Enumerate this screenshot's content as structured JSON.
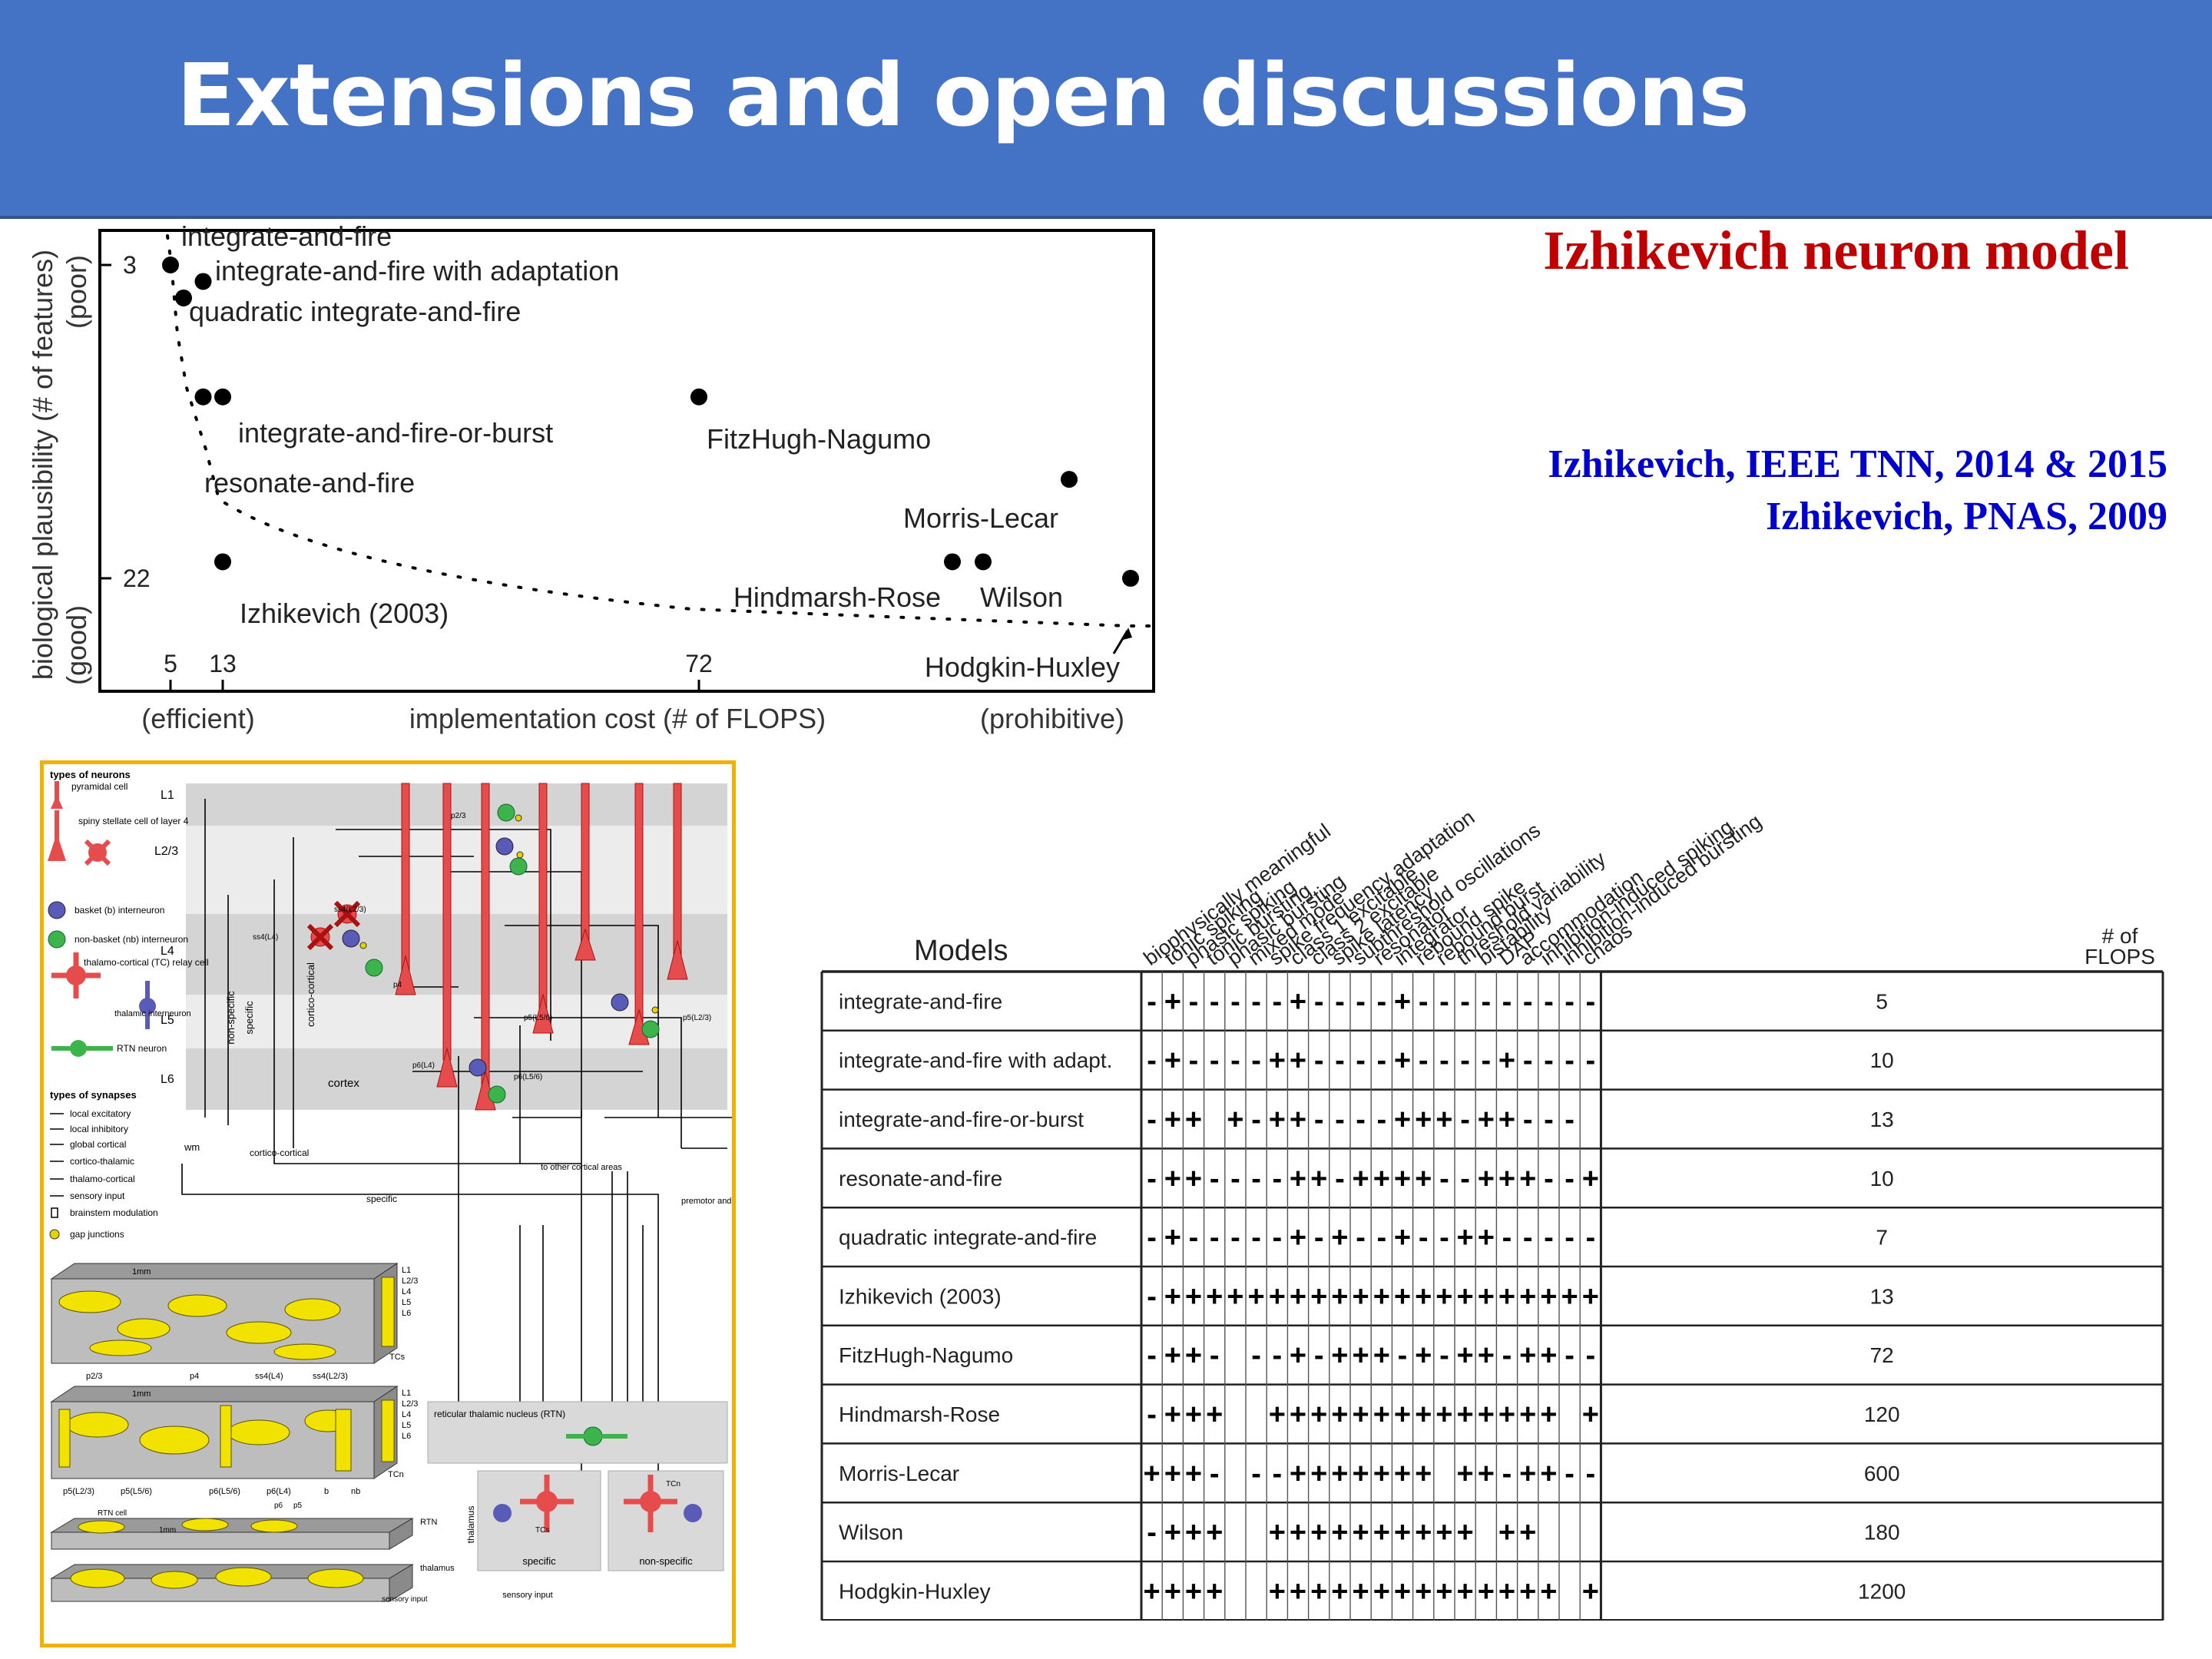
{
  "slide": {
    "title": "Extensions and open discussions",
    "model_title": "Izhikevich neuron model",
    "references": [
      "Izhikevich, IEEE TNN, 2014 & 2015",
      "Izhikevich, PNAS, 2009"
    ],
    "colors": {
      "banner": "#4472c4",
      "title": "#ffffff",
      "model_title": "#c00000",
      "references": "#0000cc",
      "diagram_border": "#f0b400"
    }
  },
  "chart_data": [
    {
      "type": "scatter",
      "xlabel": "implementation cost (# of FLOPS)",
      "ylabel": "biological plausibility (# of features)",
      "x_ticks": [
        5,
        13,
        72
      ],
      "y_ticks": [
        3,
        22
      ],
      "x_end_labels": {
        "left": "(efficient)",
        "right": "(prohibitive)"
      },
      "y_end_labels": {
        "top": "(poor)",
        "bottom": "(good)"
      },
      "points": [
        {
          "label": "integrate-and-fire",
          "x": 5,
          "y": 3
        },
        {
          "label": "integrate-and-fire with adaptation",
          "x": 10,
          "y": 4
        },
        {
          "label": "quadratic integrate-and-fire",
          "x": 7,
          "y": 5
        },
        {
          "label": "integrate-and-fire-or-burst",
          "x": 13,
          "y": 11
        },
        {
          "label": "resonate-and-fire",
          "x": 10,
          "y": 11
        },
        {
          "label": "FitzHugh-Nagumo",
          "x": 72,
          "y": 11
        },
        {
          "label": "Morris-Lecar",
          "x": 600,
          "y": 16
        },
        {
          "label": "Izhikevich (2003)",
          "x": 13,
          "y": 21
        },
        {
          "label": "Hindmarsh-Rose",
          "x": 120,
          "y": 21
        },
        {
          "label": "Wilson",
          "x": 180,
          "y": 21
        },
        {
          "label": "Hodgkin-Huxley",
          "x": 1200,
          "y": 22
        }
      ]
    },
    {
      "type": "table",
      "corner_label": "Models",
      "flops_label": "# of FLOPS",
      "features": [
        "biophysically meaningful",
        "tonic spiking",
        "phasic spiking",
        "tonic bursting",
        "phasic bursting",
        "mixed mode",
        "spike frequency adaptation",
        "class 1 excitable",
        "class 2 excitable",
        "spike latency",
        "subthreshold oscillations",
        "resonator",
        "integrator",
        "rebound spike",
        "rebound burst",
        "threshold variability",
        "bistability",
        "DAP",
        "accommodation",
        "inhibition-induced spiking",
        "inhibition-induced bursting",
        "chaos"
      ],
      "rows": [
        {
          "model": "integrate-and-fire",
          "cells": [
            "-",
            "+",
            "-",
            "-",
            "-",
            "-",
            "-",
            "+",
            "-",
            "-",
            "-",
            "-",
            "+",
            "-",
            "-",
            "-",
            "-",
            "-",
            "-",
            "-",
            "-",
            "-"
          ],
          "flops": "5"
        },
        {
          "model": "integrate-and-fire with adapt.",
          "cells": [
            "-",
            "+",
            "-",
            "-",
            "-",
            "-",
            "+",
            "+",
            "-",
            "-",
            "-",
            "-",
            "+",
            "-",
            "-",
            "-",
            "-",
            "+",
            "-",
            "-",
            "-",
            "-"
          ],
          "flops": "10"
        },
        {
          "model": "integrate-and-fire-or-burst",
          "cells": [
            "-",
            "+",
            "+",
            "",
            "+",
            "-",
            "+",
            "+",
            "-",
            "-",
            "-",
            "-",
            "+",
            "+",
            "+",
            "-",
            "+",
            "+",
            "-",
            "-",
            "-",
            ""
          ],
          "flops": "13"
        },
        {
          "model": "resonate-and-fire",
          "cells": [
            "-",
            "+",
            "+",
            "-",
            "-",
            "-",
            "-",
            "+",
            "+",
            "-",
            "+",
            "+",
            "+",
            "+",
            "-",
            "-",
            "+",
            "+",
            "+",
            "-",
            "-",
            "+"
          ],
          "flops": "10"
        },
        {
          "model": "quadratic integrate-and-fire",
          "cells": [
            "-",
            "+",
            "-",
            "-",
            "-",
            "-",
            "-",
            "+",
            "-",
            "+",
            "-",
            "-",
            "+",
            "-",
            "-",
            "+",
            "+",
            "-",
            "-",
            "-",
            "-",
            "-"
          ],
          "flops": "7"
        },
        {
          "model": "Izhikevich (2003)",
          "cells": [
            "-",
            "+",
            "+",
            "+",
            "+",
            "+",
            "+",
            "+",
            "+",
            "+",
            "+",
            "+",
            "+",
            "+",
            "+",
            "+",
            "+",
            "+",
            "+",
            "+",
            "+",
            "+"
          ],
          "flops": "13"
        },
        {
          "model": "FitzHugh-Nagumo",
          "cells": [
            "-",
            "+",
            "+",
            "-",
            "",
            "-",
            "-",
            "+",
            "-",
            "+",
            "+",
            "+",
            "-",
            "+",
            "-",
            "+",
            "+",
            "-",
            "+",
            "+",
            "-",
            "-"
          ],
          "flops": "72"
        },
        {
          "model": "Hindmarsh-Rose",
          "cells": [
            "-",
            "+",
            "+",
            "+",
            "",
            "",
            "+",
            "+",
            "+",
            "+",
            "+",
            "+",
            "+",
            "+",
            "+",
            "+",
            "+",
            "+",
            "+",
            "+",
            "",
            "+"
          ],
          "flops": "120"
        },
        {
          "model": "Morris-Lecar",
          "cells": [
            "+",
            "+",
            "+",
            "-",
            "",
            "-",
            "-",
            "+",
            "+",
            "+",
            "+",
            "+",
            "+",
            "+",
            "",
            "+",
            "+",
            "-",
            "+",
            "+",
            "-",
            "-"
          ],
          "flops": "600"
        },
        {
          "model": "Wilson",
          "cells": [
            "-",
            "+",
            "+",
            "+",
            "",
            "",
            "+",
            "+",
            "+",
            "+",
            "+",
            "+",
            "+",
            "+",
            "+",
            "+",
            "",
            "+",
            "+",
            "",
            "",
            ""
          ],
          "flops": "180"
        },
        {
          "model": "Hodgkin-Huxley",
          "cells": [
            "+",
            "+",
            "+",
            "+",
            "",
            "",
            "+",
            "+",
            "+",
            "+",
            "+",
            "+",
            "+",
            "+",
            "+",
            "+",
            "+",
            "+",
            "+",
            "+",
            "",
            "+"
          ],
          "flops": "1200"
        }
      ]
    }
  ],
  "diagram": {
    "legend": {
      "neurons_heading": "types of neurons",
      "neuron_types": [
        "pyramidal cell",
        "spiny stellate cell of layer 4",
        "basket (b) interneuron",
        "non-basket (nb) interneuron",
        "thalamo-cortical (TC) relay cell",
        "thalamic interneuron",
        "RTN neuron"
      ],
      "synapses_heading": "types of synapses",
      "synapse_types": [
        "local excitatory",
        "local inhibitory",
        "global cortical",
        "cortico-thalamic",
        "thalamo-cortical",
        "sensory input",
        "brainstem modulation",
        "gap junctions"
      ]
    },
    "layers": [
      "L1",
      "L2/3",
      "L4",
      "L5",
      "L6"
    ],
    "labels": {
      "cortex": "cortex",
      "non_specific": "non-specific",
      "specific": "specific",
      "cortico_cortical": "cortico-cortical",
      "cortico_cortical_bottom": "cortico-cortical",
      "wm": "wm",
      "to_other_cortical_areas": "to other cortical areas",
      "premotor": "premotor and motor centers",
      "specific_bottom": "specific",
      "rtn": "reticular thalamic nucleus (RTN)",
      "thalamus": "thalamus",
      "specific_box": "specific",
      "non_specific_box": "non-specific",
      "sensory_input": "sensory input",
      "p23": "p2/3",
      "ss4_23": "ss4(L2/3)",
      "ss4_4": "ss4(L4)",
      "p4": "p4",
      "p5_l56": "p5(L5/6)",
      "p5_l23": "p5(L2/3)",
      "p6_l4": "p6(L4)",
      "p6_l56": "p6(L5/6)",
      "tcs": "TCs",
      "tcn": "TCn"
    },
    "anatomy": {
      "block1_labels": [
        "p2/3",
        "p4",
        "ss4(L4)",
        "ss4(L2/3)",
        "TCs"
      ],
      "block1_layers": [
        "L1",
        "L2/3",
        "L4",
        "L5",
        "L6"
      ],
      "block1_scale": "1mm",
      "block2_labels": [
        "p5(L2/3)",
        "p5(L5/6)",
        "p6(L5/6)",
        "p6(L4)",
        "b",
        "nb",
        "TCn"
      ],
      "block2_layers": [
        "L1",
        "L2/3",
        "L4",
        "L5",
        "L6"
      ],
      "block2_scale": "1mm",
      "rtn_labels": [
        "RTN cell",
        "1mm",
        "RTN"
      ],
      "thalamus_labels": [
        "thalamus",
        "sensory input"
      ],
      "p_labels": [
        "p6",
        "p5"
      ]
    }
  }
}
